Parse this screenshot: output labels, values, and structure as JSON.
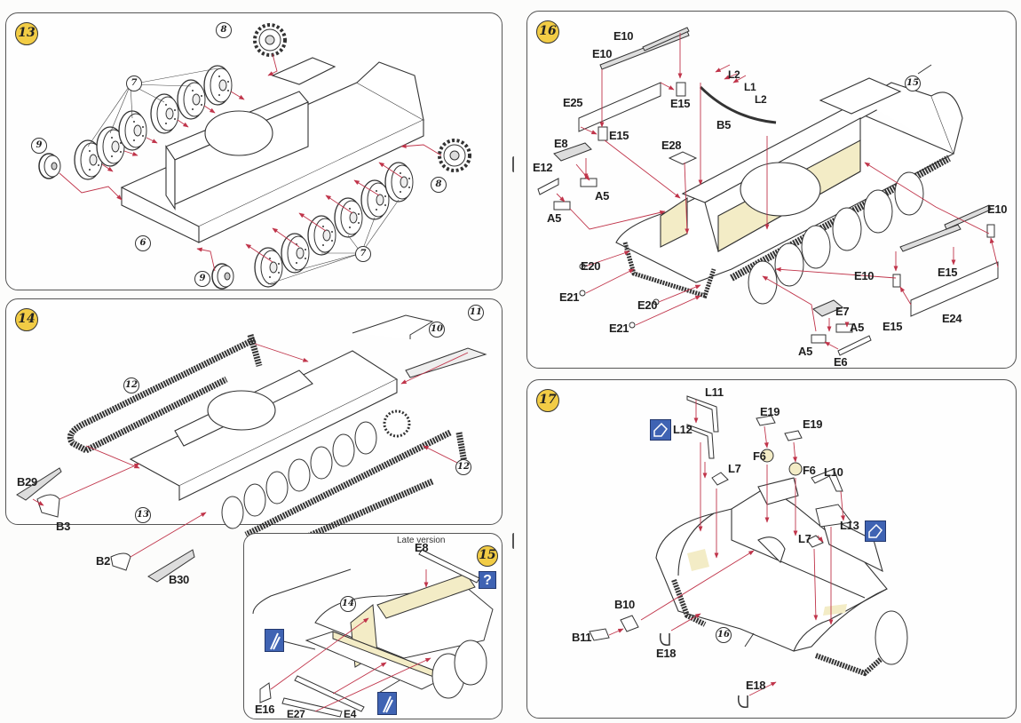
{
  "document": {
    "type": "model kit assembly instructions",
    "subject": "tank hull and running gear",
    "accent_colors": {
      "step_badge": "#f2cc45",
      "arrow": "#c0344a",
      "highlight_area": "#f3ecc6",
      "info_box": "#3f63b3"
    }
  },
  "steps": [
    {
      "number": "13",
      "callouts": [
        "7",
        "7",
        "8",
        "8",
        "9",
        "9",
        "6"
      ],
      "parts": []
    },
    {
      "number": "14",
      "callouts": [
        "12",
        "12",
        "10",
        "11",
        "13"
      ],
      "parts": [
        "B29",
        "B3",
        "B2",
        "B30"
      ]
    },
    {
      "number": "15",
      "note": "Late version",
      "info_icon": "?",
      "callouts": [
        "14"
      ],
      "parts": [
        "E8",
        "E16",
        "E27",
        "E4"
      ],
      "icons": [
        "bend-icon",
        "bend-icon"
      ]
    },
    {
      "number": "16",
      "callouts": [
        "15"
      ],
      "parts": [
        "E10",
        "E10",
        "E25",
        "E15",
        "E15",
        "L2",
        "L1",
        "L2",
        "B5",
        "E28",
        "E8",
        "E12",
        "A5",
        "A5",
        "E20",
        "E21",
        "E20",
        "E21",
        "E10",
        "E10",
        "E15",
        "E15",
        "E24",
        "E7",
        "A5",
        "A5",
        "E6"
      ]
    },
    {
      "number": "17",
      "callouts": [
        "16"
      ],
      "parts": [
        "L11",
        "L12",
        "L7",
        "E19",
        "E19",
        "F6",
        "F6",
        "L10",
        "L13",
        "L7",
        "B10",
        "B11",
        "E18",
        "E18"
      ],
      "icons": [
        "fold-icon",
        "fold-icon"
      ]
    }
  ]
}
